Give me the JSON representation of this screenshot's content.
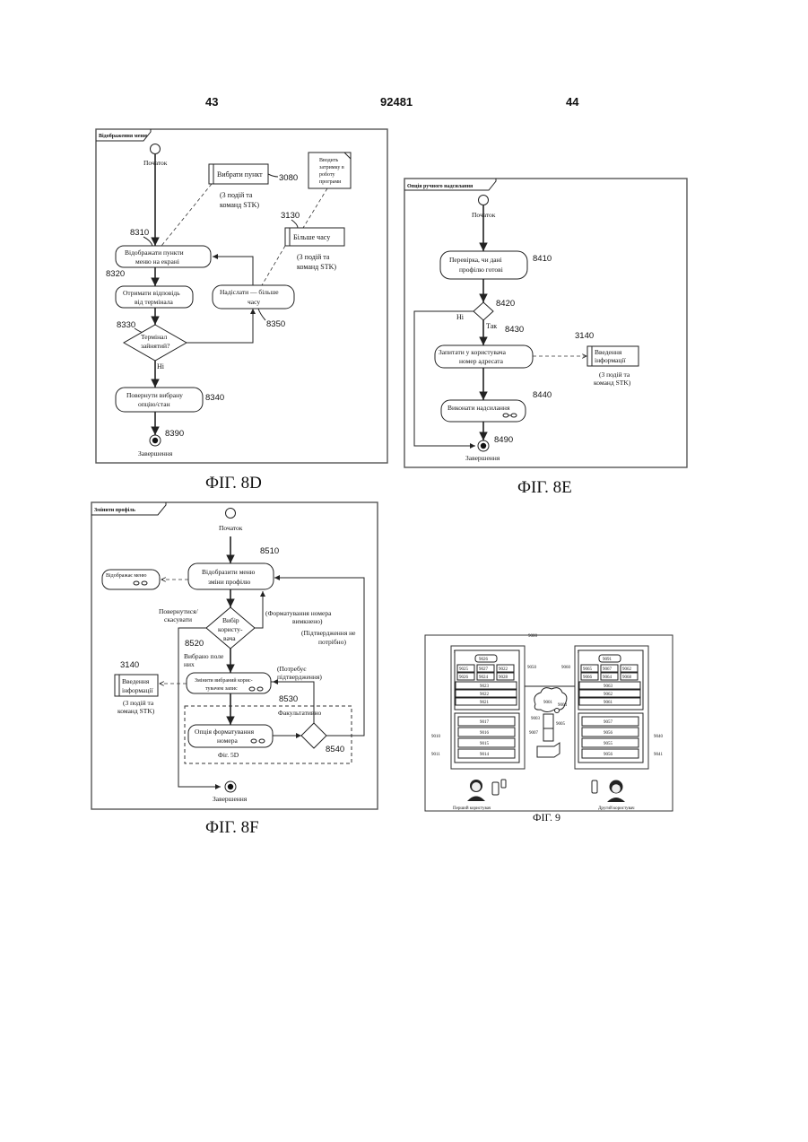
{
  "header": {
    "left_page": "43",
    "patent_number": "92481",
    "right_page": "44"
  },
  "fig8d": {
    "caption": "ФІГ. 8D",
    "frame_title": "Відображення меню",
    "start": "Початок",
    "select_item": "Вибрати пункт",
    "select_item_ref": "3080",
    "events_note_1": "(3 подій та",
    "events_note_2": "команд STK)",
    "delay_note_1": "Вводить",
    "delay_note_2": "затримку в",
    "delay_note_3": "роботу",
    "delay_note_4": "програми",
    "timeout_ref": "3130",
    "timeout_label": "Більше часу",
    "timeout_events_1": "(3 подій та",
    "timeout_events_2": "команд STK)",
    "display_ref": "8310",
    "display_1": "Відображати пункти",
    "display_2": "меню на екрані",
    "receive_ref": "8320",
    "receive_1": "Отримати відповідь",
    "receive_2": "від термінала",
    "send_1": "Надіслати — більше",
    "send_2": "часу",
    "send_ref": "8350",
    "decision_ref": "8330",
    "decision_1": "Термінал",
    "decision_2": "зайнятий?",
    "no": "Ні",
    "return_1": "Повернути вибрану",
    "return_2": "опцію/стан",
    "return_ref": "8340",
    "end_ref": "8390",
    "end": "Завершення"
  },
  "fig8e": {
    "caption": "ФІГ. 8E",
    "frame_title": "Опція ручного надсилання",
    "start": "Початок",
    "check_1": "Перевірка, чи дані",
    "check_2": "профілю готові",
    "check_ref": "8410",
    "decision_ref": "8420",
    "no": "Ні",
    "yes": "Так",
    "ask_ref": "8430",
    "ask_1": "Запитати у користувача",
    "ask_2": "номер адресата",
    "info_ref": "3140",
    "info_1": "Введення",
    "info_2": "інформації",
    "info_events_1": "(3 подій та",
    "info_events_2": "команд STK)",
    "send_ref": "8440",
    "send": "Виконати надсилання",
    "end_ref": "8490",
    "end": "Завершення"
  },
  "fig8f": {
    "caption": "ФІГ. 8F",
    "frame_title": "Змінити профіль",
    "start": "Початок",
    "display_ref": "8510",
    "display_1": "Відобразити меню",
    "display_2": "зміни профілю",
    "shows_menu": "Відображає меню",
    "format_off_1": "(Форматування номера",
    "format_off_2": "вимкнено)",
    "back_1": "Повернутися/",
    "back_2": "скасувати",
    "choice_1": "Вибір",
    "choice_2": "користу-",
    "choice_3": "вача",
    "choice_ref": "8520",
    "confirm_1": "(Підтвердження не",
    "confirm_2": "потрібно)",
    "chosen_1": "Вибрано поле",
    "chosen_2": "них",
    "needs_1": "(Потребує",
    "needs_2": "підтвердження)",
    "info_ref": "3140",
    "info_1": "Введення",
    "info_2": "інформації",
    "info_events_1": "(3 подій та",
    "info_events_2": "команд STK)",
    "change_1": "Змінити вибраний корис-",
    "change_2": "тувачем запис",
    "change_ref": "8530",
    "optional": "Факультативно",
    "format_1": "Опція форматування",
    "format_2": "номера",
    "fig_ref": "Фіг. 5D",
    "merge_ref": "8540",
    "end": "Завершення"
  },
  "fig9": {
    "caption": "ФІГ. 9",
    "ref_9000": "9000",
    "ref_9020": "9020",
    "ref_9030": "9030",
    "ref_9050": "9050",
    "ref_9060": "9060",
    "ref_9001": "9001",
    "ref_9003": "9003",
    "ref_9004": "9004",
    "ref_9005": "9005",
    "ref_9007": "9007",
    "ref_9010": "9010",
    "ref_9011": "9011",
    "ref_9040": "9040",
    "ref_9041": "9041",
    "left_head": "9026",
    "left_row1": [
      "9025",
      "9027",
      "9022"
    ],
    "left_row2": [
      "9026",
      "9024",
      "9028"
    ],
    "left_bars": [
      "9023",
      "9022",
      "9021"
    ],
    "left_lower": [
      "9017",
      "9016",
      "9015",
      "9014"
    ],
    "right_head": "9091",
    "right_row1": [
      "9065",
      "9067",
      "9062"
    ],
    "right_row2": [
      "9066",
      "9064",
      "9068"
    ],
    "right_bars": [
      "9063",
      "9062",
      "9061"
    ],
    "right_lower": [
      "9057",
      "9056",
      "9055",
      "9056"
    ],
    "user1": "Перший користувач",
    "user2": "Другий користувач"
  }
}
